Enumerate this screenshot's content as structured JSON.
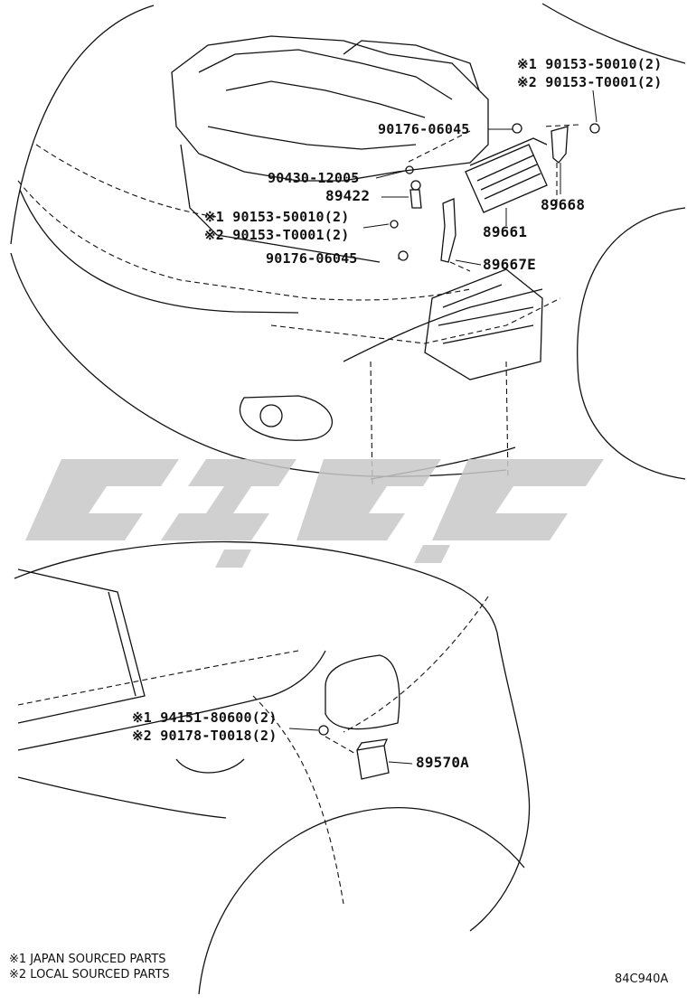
{
  "labels": {
    "l_90153_top_1": "※1 90153-50010(2)",
    "l_90153_top_2": "※2 90153-T0001(2)",
    "l_90176_top": "90176-06045",
    "l_90430": "90430-12005",
    "l_89422": "89422",
    "l_89668": "89668",
    "l_90153_mid_1": "※1 90153-50010(2)",
    "l_90153_mid_2": "※2 90153-T0001(2)",
    "l_89661": "89661",
    "l_90176_mid": "90176-06045",
    "l_89667e": "89667E",
    "l_94151": "※1 94151-80600(2)",
    "l_90178": "※2 90178-T0018(2)",
    "l_89570a": "89570A"
  },
  "notes": {
    "note1": "※1 JAPAN SOURCED PARTS",
    "note2": "※2 LOCAL SOURCED PARTS"
  },
  "diagram_code": "84C940A",
  "colors": {
    "line": "#111111",
    "watermark": "#c8c8c8"
  }
}
